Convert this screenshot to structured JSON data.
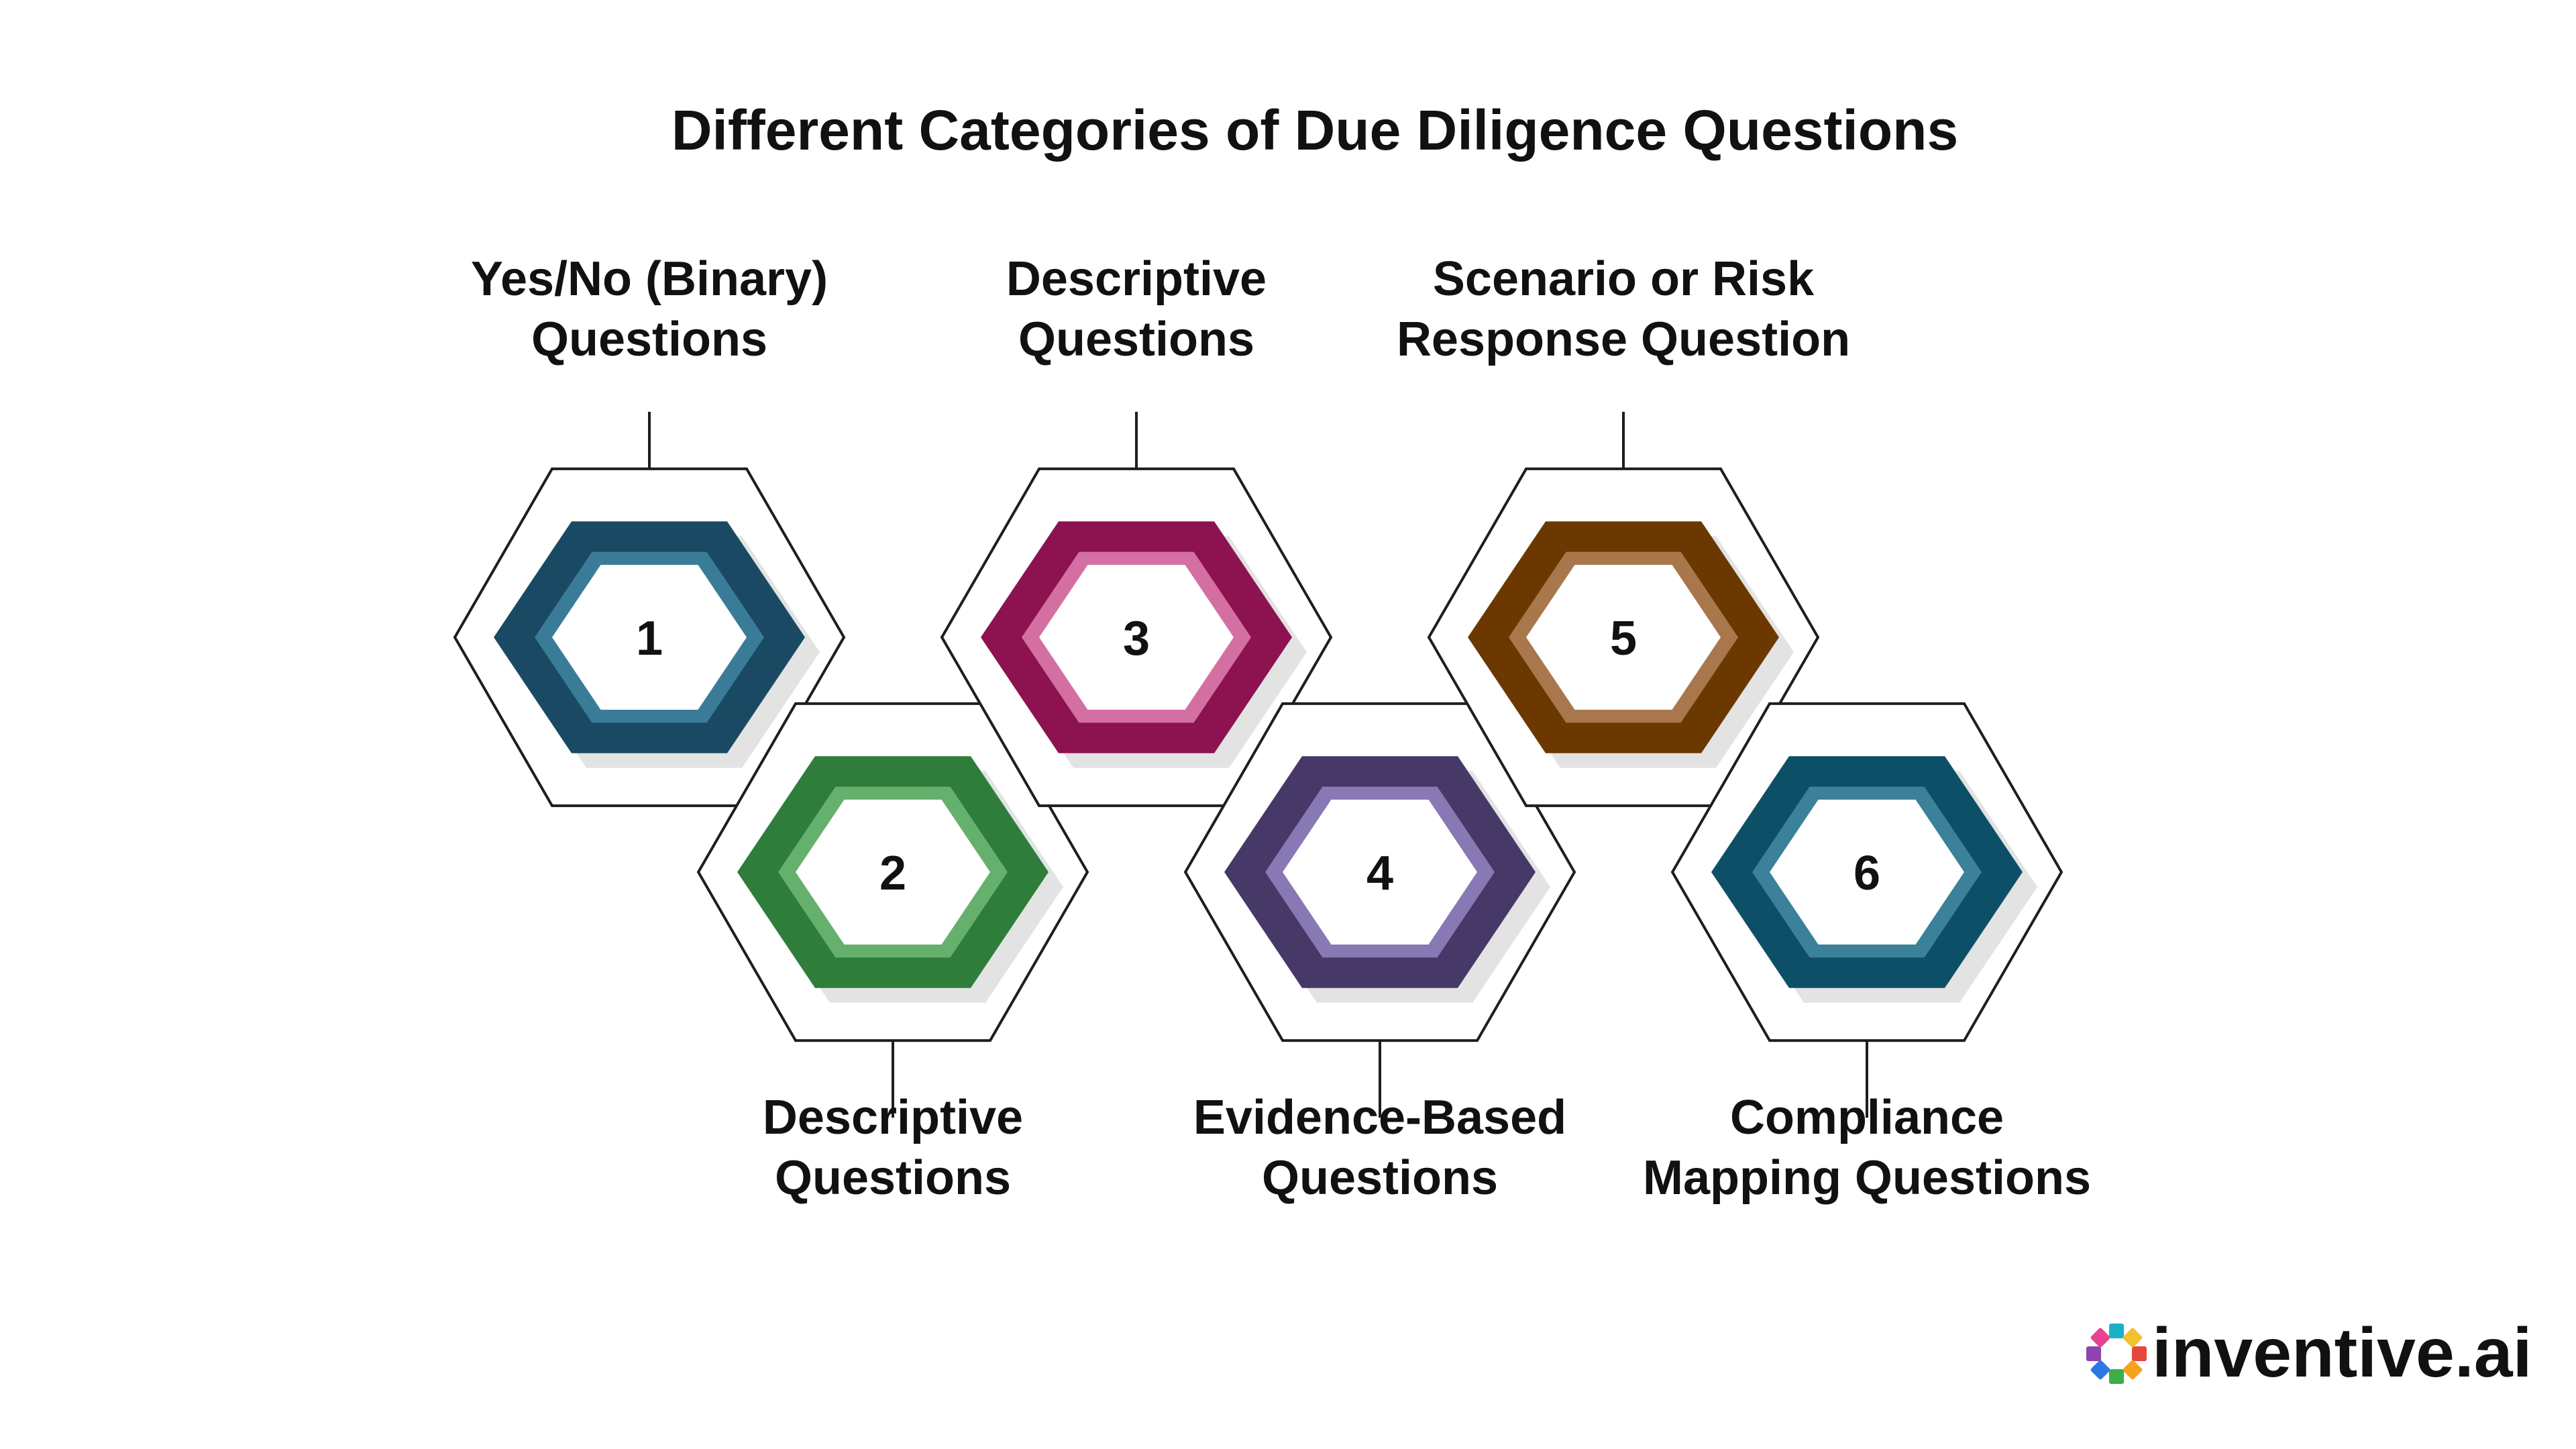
{
  "title": "Different Categories of Due Diligence Questions",
  "items": [
    {
      "number": "1",
      "label_lines": [
        "Yes/No (Binary)",
        "Questions"
      ],
      "color": "#1a4a63",
      "inner_color": "#3a7c97",
      "label_position": "top"
    },
    {
      "number": "2",
      "label_lines": [
        "Descriptive",
        "Questions"
      ],
      "color": "#2f7d3a",
      "inner_color": "#66b06d",
      "label_position": "bottom"
    },
    {
      "number": "3",
      "label_lines": [
        "Descriptive",
        "Questions"
      ],
      "color": "#8c1350",
      "inner_color": "#d46fa2",
      "label_position": "top"
    },
    {
      "number": "4",
      "label_lines": [
        "Evidence-Based",
        "Questions"
      ],
      "color": "#463867",
      "inner_color": "#8878b3",
      "label_position": "bottom"
    },
    {
      "number": "5",
      "label_lines": [
        "Scenario or Risk",
        "Response Question"
      ],
      "color": "#6b3800",
      "inner_color": "#a8774c",
      "label_position": "top"
    },
    {
      "number": "6",
      "label_lines": [
        "Compliance",
        "Mapping Questions"
      ],
      "color": "#0d4f67",
      "inner_color": "#3a8199",
      "label_position": "bottom"
    }
  ],
  "logo": {
    "text": "inventive.ai",
    "colors": [
      "#e8453c",
      "#f7a21b",
      "#3fae49",
      "#2b78e4",
      "#8e44ad",
      "#e84393",
      "#1ab0c9",
      "#f2c12e"
    ]
  }
}
